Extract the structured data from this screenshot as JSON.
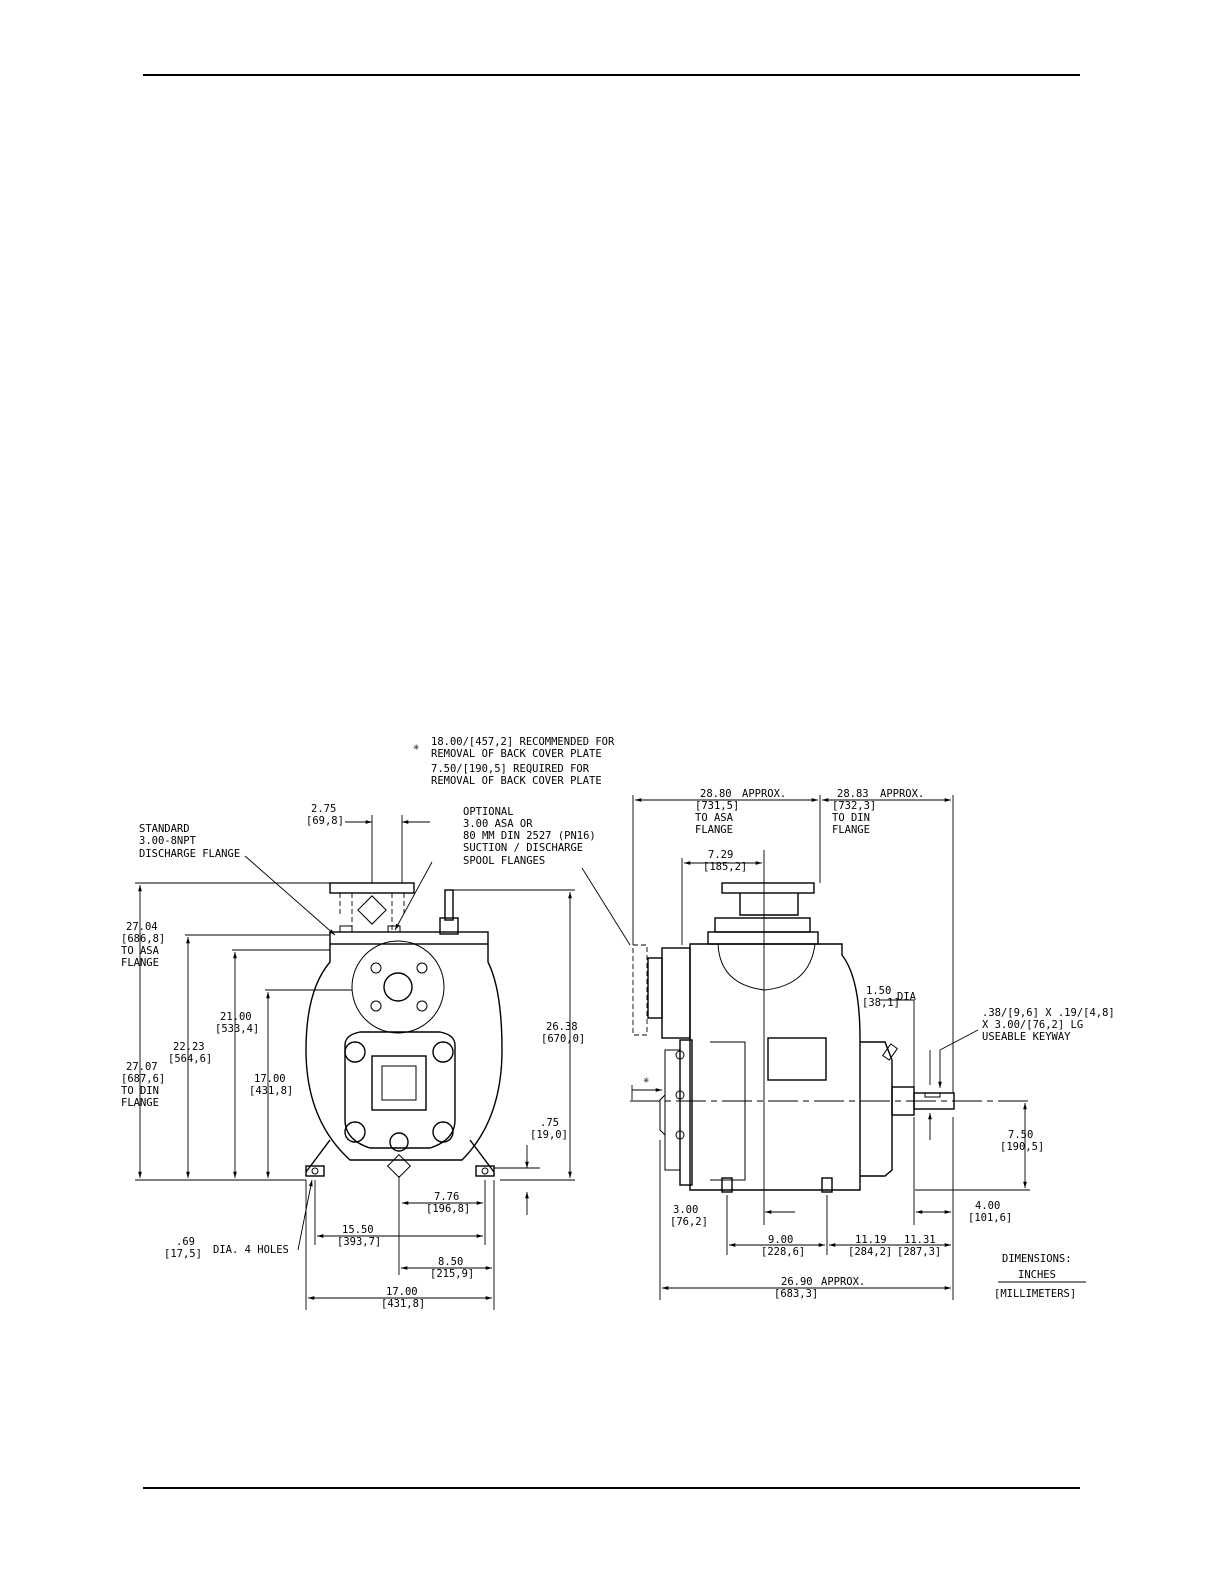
{
  "labels": {
    "back_cover_recommended": [
      "18.00/[457,2] RECOMMENDED FOR",
      "REMOVAL OF BACK COVER PLATE"
    ],
    "back_cover_required": [
      "7.50/[190,5] REQUIRED FOR",
      "REMOVAL OF BACK COVER PLATE"
    ],
    "standard_flange": [
      "STANDARD",
      "3.00-8NPT",
      "DISCHARGE FLANGE"
    ],
    "optional_flange": [
      "OPTIONAL",
      "3.00 ASA OR",
      "80 MM DIN 2527 (PN16)",
      "SUCTION / DISCHARGE",
      "SPOOL FLANGES"
    ],
    "keyway": [
      ".38/[9,6] X .19/[4,8]",
      "X 3.00/[76,2] LG",
      "USEABLE KEYWAY"
    ],
    "holes": [
      ".69",
      "[17,5]",
      "DIA. 4 HOLES"
    ],
    "units": {
      "title": "DIMENSIONS:",
      "top": "INCHES",
      "bottom": "[MILLIMETERS]"
    },
    "approx": "APPROX.",
    "dia": "DIA",
    "asterisk": "✳"
  },
  "front_view": {
    "d_275": [
      "2.75",
      "[69,8]"
    ],
    "d_2704": [
      "27.04",
      "[686,8]",
      "TO ASA",
      "FLANGE"
    ],
    "d_2707": [
      "27.07",
      "[687,6]",
      "TO DIN",
      "FLANGE"
    ],
    "d_2223": [
      "22.23",
      "[564,6]"
    ],
    "d_2100": [
      "21.00",
      "[533,4]"
    ],
    "d_1700v": [
      "17.00",
      "[431,8]"
    ],
    "d_2638": [
      "26.38",
      "[670,0]"
    ],
    "d_075": [
      ".75",
      "[19,0]"
    ],
    "d_776": [
      "7.76",
      "[196,8]"
    ],
    "d_1550": [
      "15.50",
      "[393,7]"
    ],
    "d_850": [
      "8.50",
      "[215,9]"
    ],
    "d_1700h": [
      "17.00",
      "[431,8]"
    ]
  },
  "side_view": {
    "d_2880": [
      "28.80",
      "[731,5]",
      "TO ASA",
      "FLANGE"
    ],
    "d_2883": [
      "28.83",
      "[732,3]",
      "TO DIN",
      "FLANGE"
    ],
    "d_729": [
      "7.29",
      "[185,2]"
    ],
    "d_150": [
      "1.50",
      "[38,1]"
    ],
    "d_750": [
      "7.50",
      "[190,5]"
    ],
    "d_400": [
      "4.00",
      "[101,6]"
    ],
    "d_300": [
      "3.00",
      "[76,2]"
    ],
    "d_900": [
      "9.00",
      "[228,6]"
    ],
    "d_1119": [
      "11.19",
      "[284,2]"
    ],
    "d_1131": [
      "11.31",
      "[287,3]"
    ],
    "d_2690": [
      "26.90",
      "[683,3]"
    ]
  }
}
